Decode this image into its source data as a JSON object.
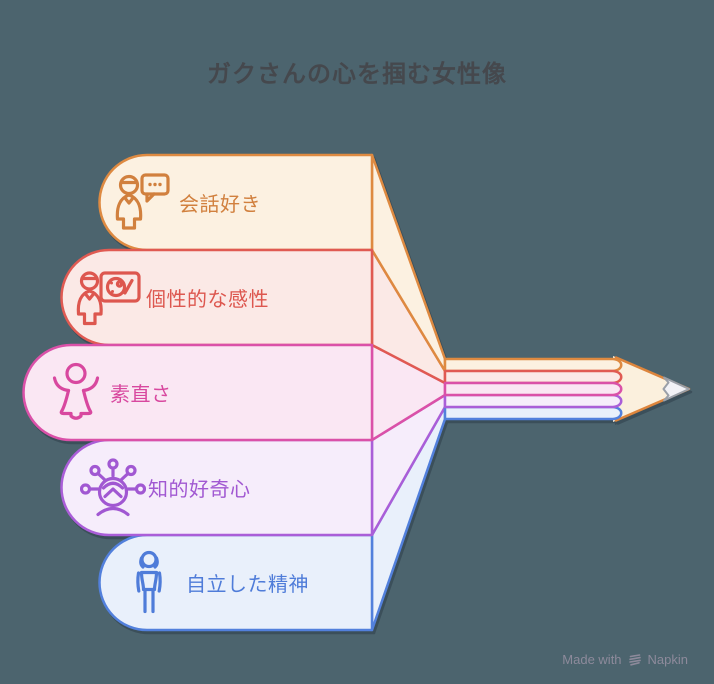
{
  "title": "ガクさんの心を掴む女性像",
  "background_color": "#4C646E",
  "title_color": "#45484D",
  "items": [
    {
      "label": "会話好き",
      "icon": "person-chat-icon",
      "stroke": "#DE8A41",
      "fill": "#FCF1E1",
      "text_color": "#D1803E"
    },
    {
      "label": "個性的な感性",
      "icon": "person-palette-icon",
      "stroke": "#E05A52",
      "fill": "#FBE9E6",
      "text_color": "#DD574F"
    },
    {
      "label": "素直さ",
      "icon": "child-open-arms-icon",
      "stroke": "#DA51A8",
      "fill": "#FAE7F3",
      "text_color": "#D8489F"
    },
    {
      "label": "知的好奇心",
      "icon": "curious-mind-icon",
      "stroke": "#AA5ED8",
      "fill": "#F6EDFB",
      "text_color": "#A158D2"
    },
    {
      "label": "自立した精神",
      "icon": "standing-woman-icon",
      "stroke": "#5280DC",
      "fill": "#E9F0FB",
      "text_color": "#4F7CD9"
    }
  ],
  "pencil": {
    "wood_fill": "#FBF0DD",
    "wood_stroke": "#DD853C",
    "graphite_fill": "#F2F2F6",
    "graphite_stroke": "#9BA0A8"
  },
  "watermark": {
    "made_with": "Made with",
    "brand": "Napkin",
    "color": "#8D8A9B"
  }
}
